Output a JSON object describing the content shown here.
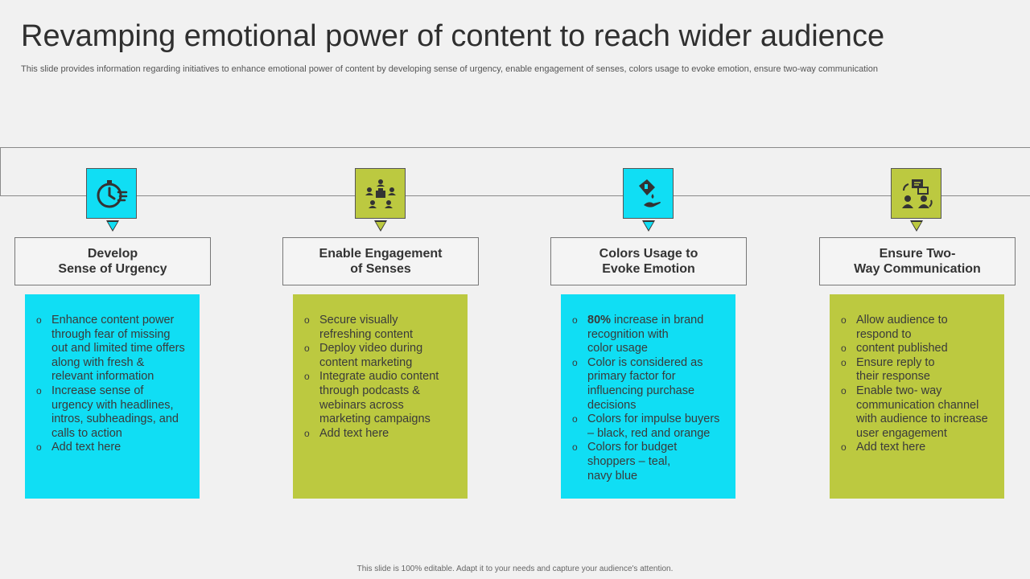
{
  "title": "Revamping emotional power of content to reach wider audience",
  "subtitle": "This slide provides information regarding initiatives to enhance emotional power of content by  developing sense of urgency, enable engagement of senses, colors usage to evoke emotion, ensure two-way communication",
  "colors": {
    "cyan": "#10def4",
    "olive": "#bcc940",
    "background": "#f1f1f1"
  },
  "columns": [
    {
      "icon": "stopwatch-icon",
      "color": "#10def4",
      "heading": "Develop\nSense of Urgency",
      "bullets": [
        "Enhance content power\nthrough fear of missing\nout and limited time offers\nalong with fresh &\nrelevant information",
        "Increase sense of\nurgency with headlines,\nintros, subheadings, and\ncalls to action",
        "Add text here"
      ]
    },
    {
      "icon": "team-meeting-icon",
      "color": "#bcc940",
      "heading": "Enable Engagement\nof Senses",
      "bullets": [
        "Secure visually\nrefreshing content",
        "Deploy video during\ncontent marketing",
        "Integrate audio content\nthrough podcasts &\nwebinars across\nmarketing campaigns",
        "Add text here"
      ]
    },
    {
      "icon": "paint-bucket-icon",
      "color": "#10def4",
      "heading": "Colors Usage to\nEvoke Emotion",
      "bullets": [
        "80% increase in brand\nrecognition with\ncolor usage",
        "Color is considered as\nprimary factor for\ninfluencing purchase\ndecisions",
        "Colors for impulse buyers\n– black, red and orange",
        "Colors for budget\nshoppers – teal,\nnavy blue"
      ]
    },
    {
      "icon": "two-way-communication-icon",
      "color": "#bcc940",
      "heading": "Ensure Two-\nWay Communication",
      "bullets": [
        "Allow audience to\nrespond to",
        "content published",
        "Ensure reply to\ntheir response",
        "Enable two- way\ncommunication channel\nwith audience to increase\nuser engagement",
        "Add text here"
      ]
    }
  ],
  "footer": "This slide is 100% editable.  Adapt it to your needs and capture your audience's attention."
}
